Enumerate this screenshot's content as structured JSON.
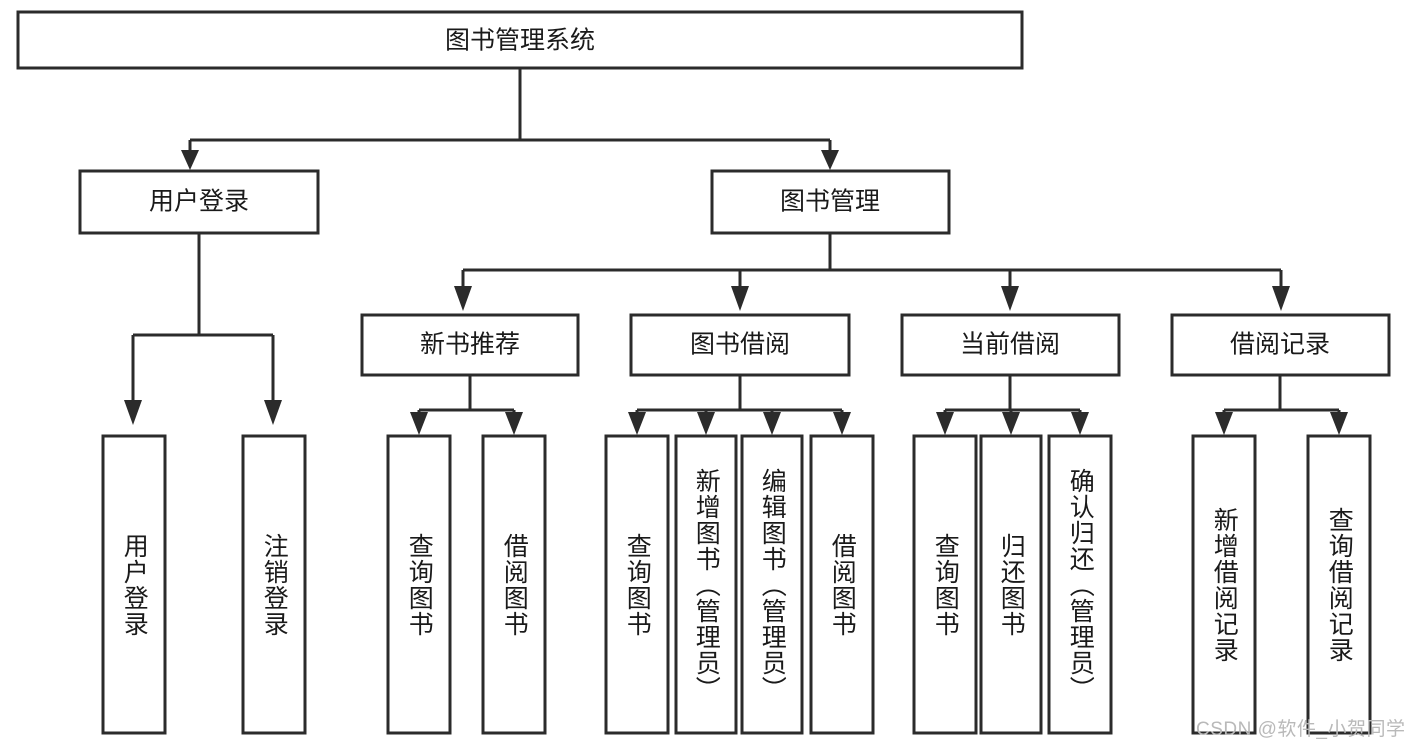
{
  "diagram": {
    "type": "tree-hierarchy",
    "title": "图书管理系统",
    "orientation": "top-down",
    "colors": {
      "stroke": "#2b2b2b",
      "fill": "#ffffff",
      "text": "#1a1a1a",
      "background": "#ffffff",
      "watermark": "#b9b9b9"
    },
    "root": {
      "label": "图书管理系统"
    },
    "level2": [
      {
        "label": "用户登录"
      },
      {
        "label": "图书管理"
      }
    ],
    "level3": [
      {
        "label": "新书推荐"
      },
      {
        "label": "图书借阅"
      },
      {
        "label": "当前借阅"
      },
      {
        "label": "借阅记录"
      }
    ],
    "leaves": {
      "user_login": [
        {
          "label": "用户登录"
        },
        {
          "label": "注销登录"
        }
      ],
      "new_book": [
        {
          "label": "查询图书"
        },
        {
          "label": "借阅图书"
        }
      ],
      "book_borrow": [
        {
          "label": "查询图书"
        },
        {
          "label": "新增图书（管理员）"
        },
        {
          "label": "编辑图书（管理员）"
        },
        {
          "label": "借阅图书"
        }
      ],
      "current_borrow": [
        {
          "label": "查询图书"
        },
        {
          "label": "归还图书"
        },
        {
          "label": "确认归还（管理员）"
        }
      ],
      "borrow_record": [
        {
          "label": "新增借阅记录"
        },
        {
          "label": "查询借阅记录"
        }
      ]
    }
  },
  "watermark": {
    "text": "CSDN @软件_小贺同学"
  }
}
